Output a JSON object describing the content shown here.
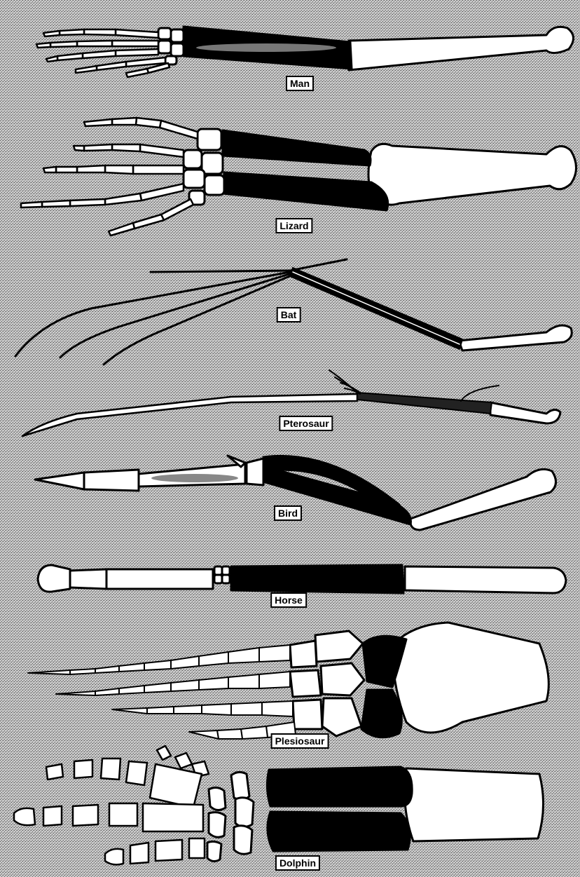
{
  "figure": {
    "labels": {
      "man": "Man",
      "lizard": "Lizard",
      "bat": "Bat",
      "pterosaur": "Pterosaur",
      "bird": "Bird",
      "horse": "Horse",
      "plesiosaur": "Plesiosaur",
      "dolphin": "Dolphin"
    },
    "colors": {
      "background_stipple": "#9a9a9a",
      "bone_fill": "#ffffff",
      "forearm_fill": "#000000",
      "outline": "#000000"
    },
    "icons": [
      "man-limb-icon",
      "lizard-limb-icon",
      "bat-wing-icon",
      "pterosaur-wing-icon",
      "bird-wing-icon",
      "horse-leg-icon",
      "plesiosaur-flipper-icon",
      "dolphin-flipper-icon"
    ]
  }
}
